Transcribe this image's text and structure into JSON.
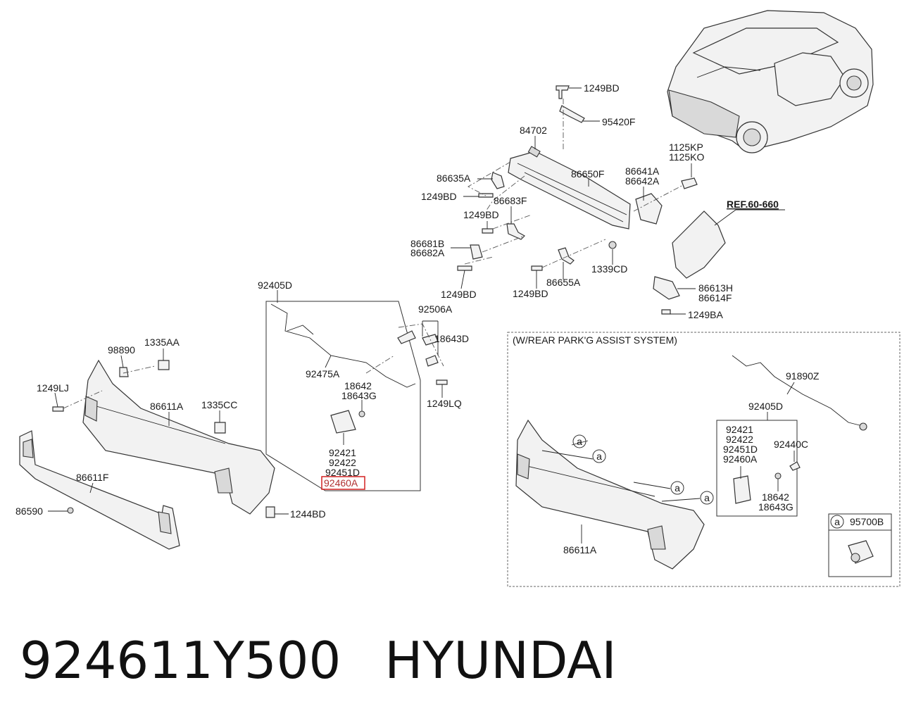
{
  "footer": {
    "part_number": "924611Y500",
    "brand": "HYUNDAI"
  },
  "diagram": {
    "reference": "REF.60-660",
    "variant_box_title": "(W/REAR PARK'G ASSIST SYSTEM)",
    "highlighted_part": "92460A",
    "callout_letter": "a",
    "labels": {
      "p1249BD_top": "1249BD",
      "p95420F": "95420F",
      "p84702": "84702",
      "p1125KP": "1125KP",
      "p1125KO": "1125KO",
      "p86650F": "86650F",
      "p86641A": "86641A",
      "p86642A": "86642A",
      "p86635A": "86635A",
      "p1249BD_a": "1249BD",
      "p86683F": "86683F",
      "p1249BD_b": "1249BD",
      "p86681B": "86681B",
      "p86682A": "86682A",
      "p1339CD": "1339CD",
      "p86655A": "86655A",
      "p1249BD_c": "1249BD",
      "p1249BD_d": "1249BD",
      "p86613H": "86613H",
      "p86614F": "86614F",
      "p1249BA": "1249BA",
      "p92405D": "92405D",
      "p92506A": "92506A",
      "p18643D": "18643D",
      "p92475A": "92475A",
      "p18642": "18642",
      "p18643G": "18643G",
      "p1249LQ": "1249LQ",
      "p92421": "92421",
      "p92422": "92422",
      "p92451D": "92451D",
      "p98890": "98890",
      "p1335AA": "1335AA",
      "p1249LJ": "1249LJ",
      "p86611A": "86611A",
      "p1335CC": "1335CC",
      "p86611F": "86611F",
      "p86590": "86590",
      "p1244BD": "1244BD",
      "b91890Z": "91890Z",
      "b92405D": "92405D",
      "b92421": "92421",
      "b92422": "92422",
      "b92451D": "92451D",
      "b92460A": "92460A",
      "b92440C": "92440C",
      "b18642": "18642",
      "b18643G": "18643G",
      "b86611A": "86611A",
      "b95700B": "95700B"
    }
  }
}
